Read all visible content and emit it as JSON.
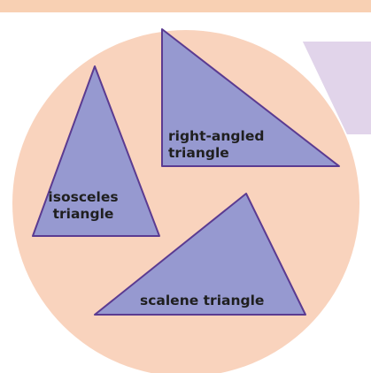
{
  "colors": {
    "background_circle": "#f9d3bd",
    "top_bar": "#f8d0b3",
    "triangle_fill": "#9699d0",
    "triangle_stroke": "#5b3b91",
    "lavender_card": "#e0d4ea"
  },
  "shapes": {
    "isosceles": {
      "label": "isosceles triangle",
      "line1": "isosceles",
      "line2": "triangle"
    },
    "right_angled": {
      "label": "right-angled triangle",
      "line1": "right-angled",
      "line2": "triangle"
    },
    "scalene": {
      "label": "scalene triangle"
    }
  }
}
